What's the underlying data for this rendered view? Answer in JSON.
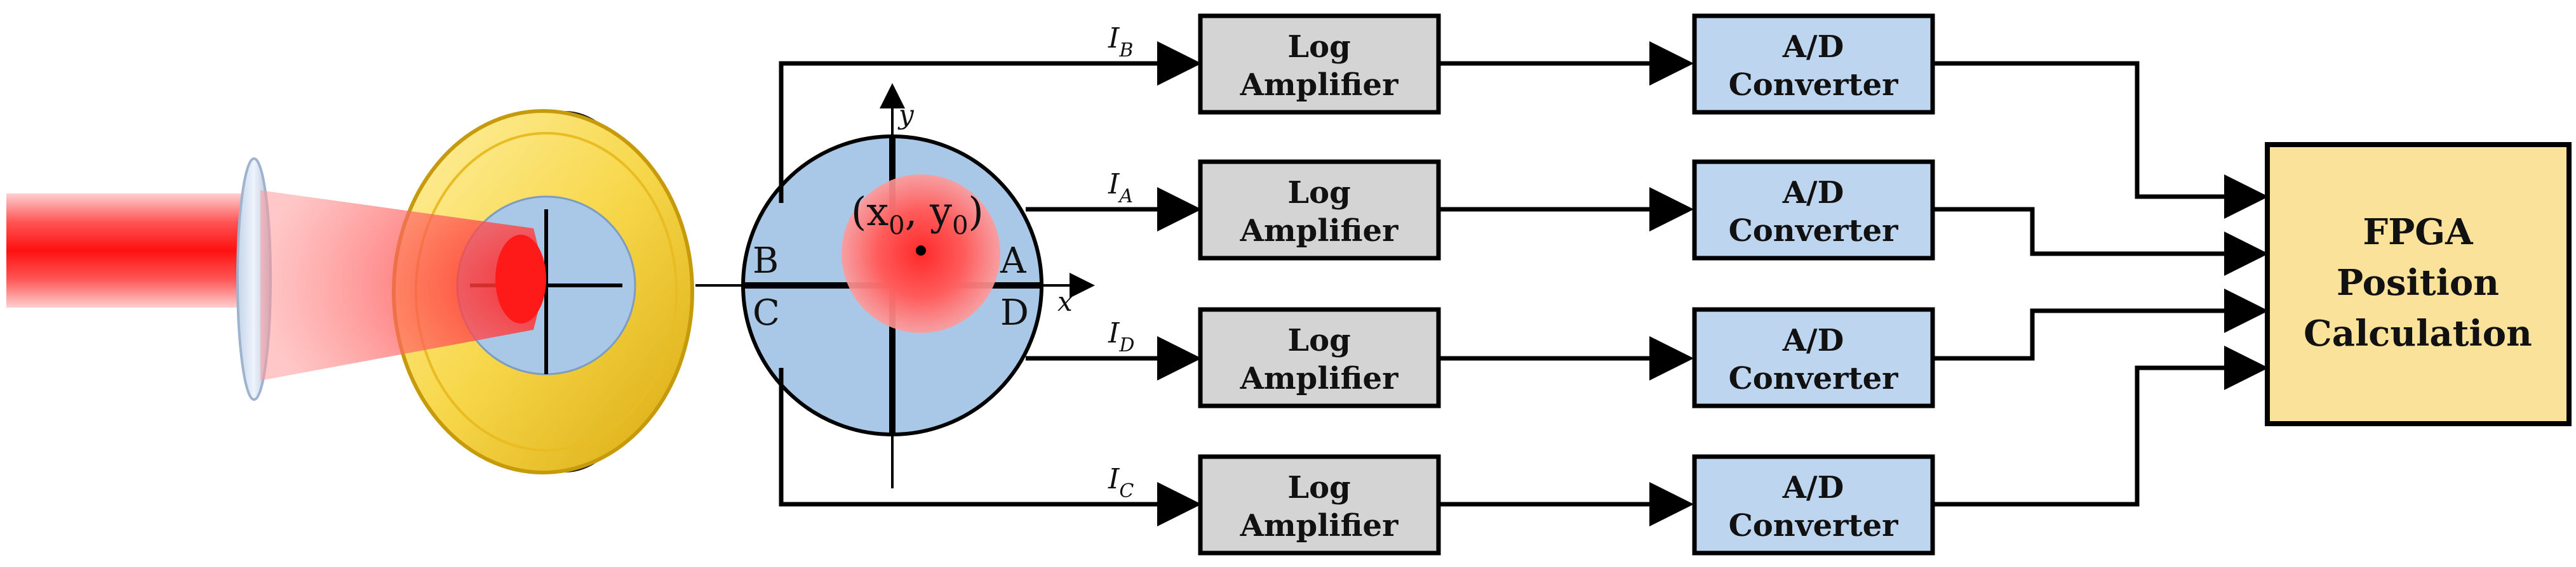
{
  "colors": {
    "log_box_fill": "#d4d4d4",
    "ad_box_fill": "#bdd5ee",
    "fpga_box_fill": "#fbe29a",
    "detector_fill": "#a9c7e6",
    "ring_gold": "#f7d74a",
    "ring_dark": "#1c1c1c",
    "beam_red": "#ff2020",
    "line": "#000000"
  },
  "signals": {
    "b": {
      "symbol": "I",
      "sub": "B"
    },
    "a": {
      "symbol": "I",
      "sub": "A"
    },
    "d": {
      "symbol": "I",
      "sub": "D"
    },
    "c": {
      "symbol": "I",
      "sub": "C"
    }
  },
  "log_amplifier": {
    "line1": "Log",
    "line2": "Amplifier"
  },
  "ad_converter": {
    "line1": "A/D",
    "line2": "Converter"
  },
  "fpga": {
    "line1": "FPGA",
    "line2": "Position",
    "line3": "Calculation"
  },
  "detector": {
    "quadrants": {
      "a": "A",
      "b": "B",
      "c": "C",
      "d": "D"
    },
    "axis_x": "x",
    "axis_y": "y",
    "spot_label": "(x",
    "spot_sub_x": "0",
    "spot_mid": ", y",
    "spot_sub_y": "0",
    "spot_close": ")"
  },
  "icons": {
    "laser": "laser-beam-icon",
    "lens": "lens-icon",
    "detector_mount": "photodetector-mount-icon",
    "arrow": "arrow-head-icon"
  }
}
